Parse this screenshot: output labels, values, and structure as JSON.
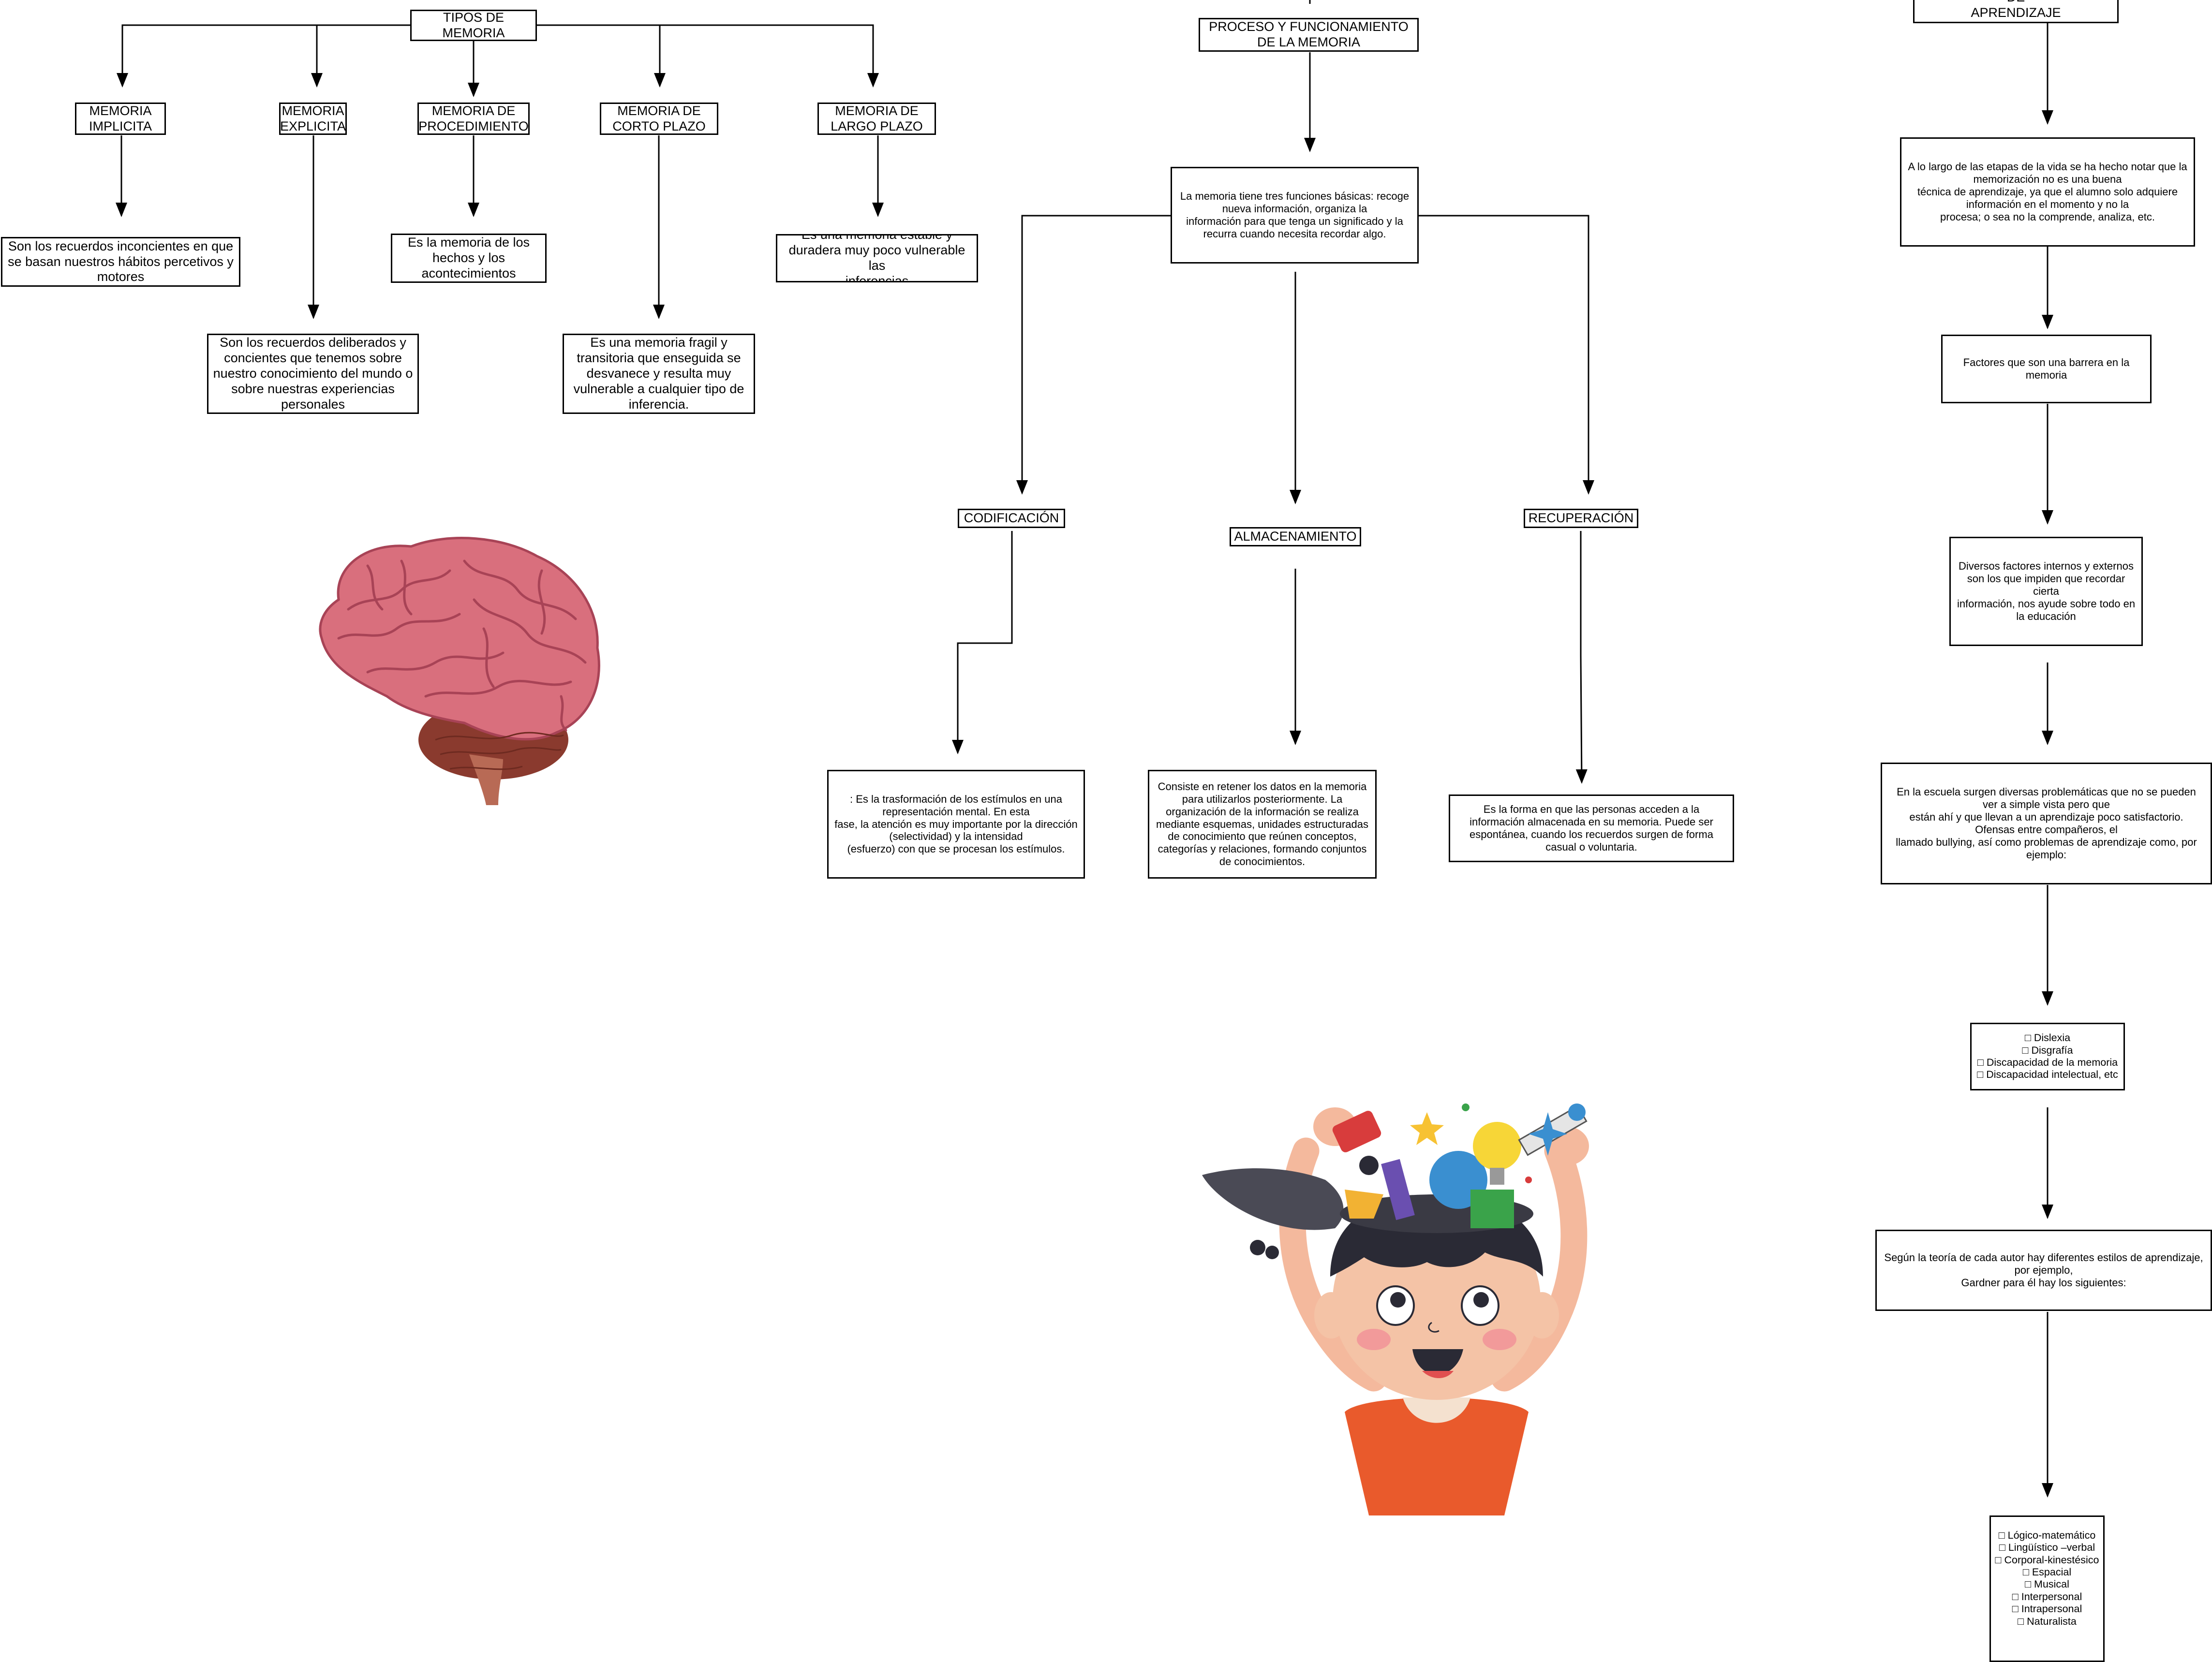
{
  "left_map": {
    "title": "TIPOS DE\nMEMORIA",
    "types": [
      {
        "label": "MEMORIA\nIMPLICITA",
        "desc": "Son los recuerdos inconcientes en que\nse basan nuestros hábitos  percetivos y\nmotores"
      },
      {
        "label": "MEMORIA\nEXPLICITA",
        "desc": "Son los recuerdos deliberados y\nconcientes que tenemos sobre\nnuestro conocimiento del mundo o\nsobre nuestras experiencias\npersonales"
      },
      {
        "label": "MEMORIA DE\nPROCEDIMIENTO",
        "desc": "Es la memoria de los\nhechos y los\nacontecimientos"
      },
      {
        "label": "MEMORIA DE\nCORTO PLAZO",
        "desc": "Es una memoria fragil y\ntransitoria que enseguida se\ndesvanece y resulta muy\nvulnerable a cualquier tipo de\ninferencia."
      },
      {
        "label": "MEMORIA DE\nLARGO  PLAZO",
        "desc": "Es una memoria estable y\nduradera muy poco vulnerable las\ninferencias"
      }
    ]
  },
  "center_map": {
    "title": "PROCESO Y FUNCIONAMIENTO\nDE LA MEMORIA",
    "intro": "La memoria tiene tres funciones básicas: recoge\nnueva información, organiza la\ninformación para que tenga un significado y la\nrecurra cuando necesita recordar algo.",
    "stages": [
      {
        "label": "CODIFICACIÓN",
        "desc": ": Es la trasformación de los estímulos en una\nrepresentación mental. En esta\nfase, la atención es muy importante por la dirección\n(selectividad) y la intensidad\n(esfuerzo) con que se procesan los estímulos."
      },
      {
        "label": "ALMACENAMIENTO",
        "desc": "Consiste en retener los datos en la memoria\npara utilizarlos posteriormente. La\norganización de la información se realiza\nmediante esquemas, unidades estructuradas\nde conocimiento que reúnen conceptos,\ncategorías y relaciones, formando conjuntos\nde conocimientos."
      },
      {
        "label": "RECUPERACIÓN",
        "desc": "Es la forma en que las personas acceden a la\ninformación almacenada en su memoria. Puede ser\nespontánea, cuando los recuerdos surgen de forma\ncasual o voluntaria."
      }
    ]
  },
  "right_map": {
    "title": "LA MEMORIA EN EL PROCESO DE\nAPRENDIZAJE",
    "steps": [
      "A lo largo de las etapas de la vida se ha hecho notar que la\nmemorización no es una buena\ntécnica de aprendizaje, ya que el alumno solo adquiere\ninformación en el momento y no la\nprocesa; o sea no la comprende, analiza, etc.",
      "Factores que son una barrera en la\nmemoria",
      "Diversos factores internos y externos\nson los que impiden que recordar\ncierta\ninformación, nos ayude sobre todo en\nla educación",
      "En la escuela surgen diversas problemáticas que no se pueden\nver a simple vista pero que\nestán ahí y que llevan a un aprendizaje poco satisfactorio.\nOfensas entre compañeros, el\nllamado bullying, así como problemas de aprendizaje como, por\nejemplo:",
      "□ Dislexia\n□ Disgrafía\n□ Discapacidad de la memoria\n□ Discapacidad intelectual, etc",
      "Según la teoría de cada autor hay diferentes estilos de aprendizaje,\npor ejemplo,\nGardner para él hay los siguientes:",
      "□ Lógico-matemático\n□ Lingüístico –verbal\n□ Corporal-kinestésico\n□ Espacial\n□ Musical\n□ Interpersonal\n□ Intrapersonal\n□ Naturalista"
    ]
  }
}
